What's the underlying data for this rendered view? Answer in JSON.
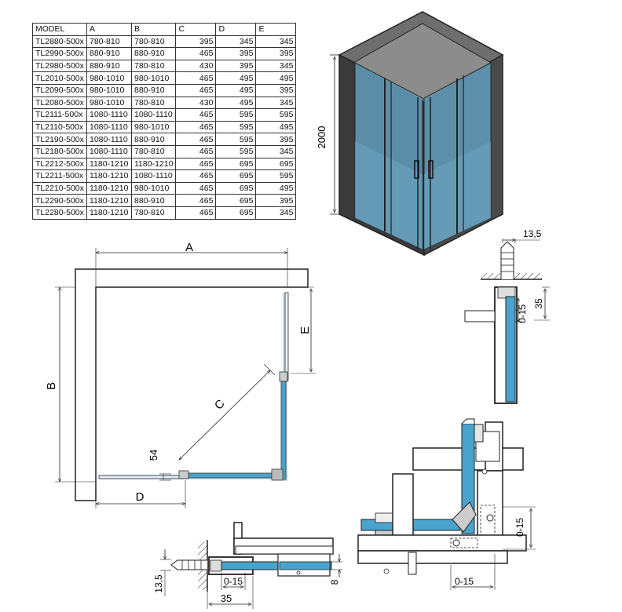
{
  "table": {
    "headers": [
      "MODEL",
      "A",
      "B",
      "C",
      "D",
      "E"
    ],
    "rows": [
      [
        "TL2880-500x",
        "780-810",
        "780-810",
        "395",
        "345",
        "345"
      ],
      [
        "TL2990-500x",
        "880-910",
        "880-910",
        "465",
        "395",
        "395"
      ],
      [
        "TL2980-500x",
        "880-910",
        "780-810",
        "430",
        "395",
        "345"
      ],
      [
        "TL2010-500x",
        "980-1010",
        "980-1010",
        "465",
        "495",
        "495"
      ],
      [
        "TL2090-500x",
        "980-1010",
        "880-910",
        "465",
        "495",
        "395"
      ],
      [
        "TL2080-500x",
        "980-1010",
        "780-810",
        "430",
        "495",
        "345"
      ],
      [
        "TL2111-500x",
        "1080-1110",
        "1080-1110",
        "465",
        "595",
        "595"
      ],
      [
        "TL2110-500x",
        "1080-1110",
        "980-1010",
        "465",
        "595",
        "495"
      ],
      [
        "TL2190-500x",
        "1080-1110",
        "880-910",
        "465",
        "595",
        "395"
      ],
      [
        "TL2180-500x",
        "1080-1110",
        "780-810",
        "465",
        "595",
        "345"
      ],
      [
        "TL2212-500x",
        "1180-1210",
        "1180-1210",
        "465",
        "695",
        "695"
      ],
      [
        "TL2211-500x",
        "1180-1210",
        "1080-1110",
        "465",
        "695",
        "595"
      ],
      [
        "TL2210-500x",
        "1180-1210",
        "980-1010",
        "465",
        "695",
        "495"
      ],
      [
        "TL2290-500x",
        "1180-1210",
        "880-910",
        "465",
        "695",
        "395"
      ],
      [
        "TL2280-500x",
        "1180-1210",
        "780-810",
        "465",
        "695",
        "345"
      ]
    ]
  },
  "iso_view": {
    "height_label": "2000"
  },
  "plan_view": {
    "label_a": "A",
    "label_b": "B",
    "label_c": "C",
    "label_d": "D",
    "label_e": "E",
    "label_54": "54"
  },
  "wall_profile_top": {
    "dim_width": "13,5",
    "dim_height": "35",
    "dim_adjust": "0-15"
  },
  "wall_profile_bottom": {
    "dim_height": "13,5",
    "dim_adjust": "0-15",
    "dim_width": "35",
    "dim_glass": "8"
  },
  "corner_detail": {
    "dim_adjust_vertical": "0-15",
    "dim_adjust_horizontal": "0-15"
  },
  "colors": {
    "glass": "#4aa3cc",
    "glass_tint": "#5f97b4",
    "frame": "#333333",
    "wall": "#595959"
  }
}
